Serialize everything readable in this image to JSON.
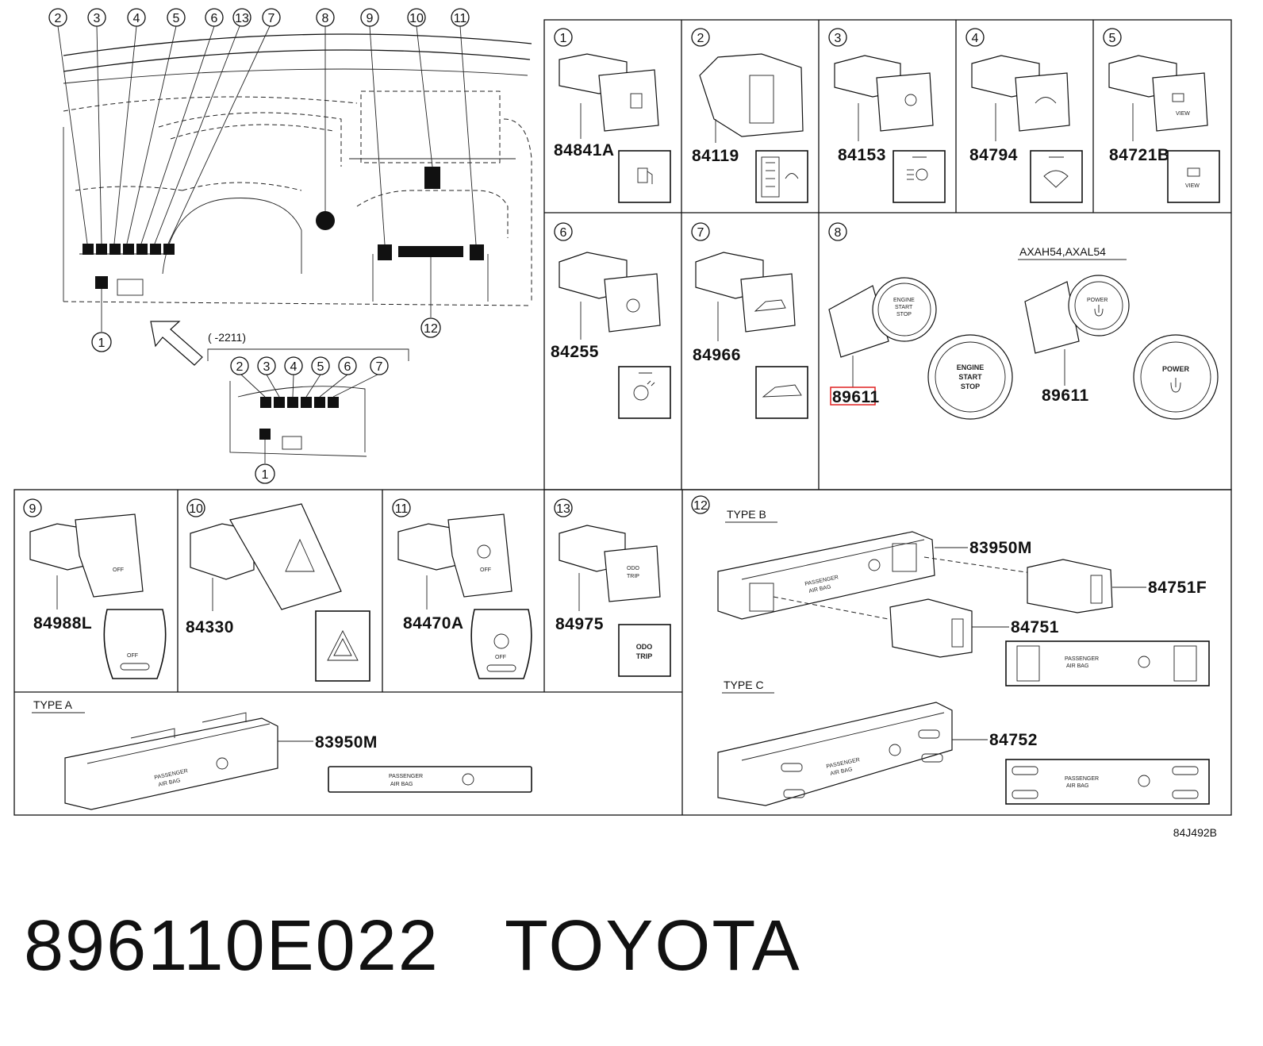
{
  "callouts": {
    "overview_top": [
      "2",
      "3",
      "4",
      "5",
      "6",
      "13",
      "7",
      "8",
      "9",
      "10",
      "11"
    ],
    "overview_bottom": [
      "1",
      "12"
    ],
    "inset_top": [
      "2",
      "3",
      "4",
      "5",
      "6",
      "7"
    ],
    "inset_bottom": "1",
    "inset_range": "(    -2211)"
  },
  "panels": {
    "p1": {
      "num": "1",
      "part": "84841A"
    },
    "p2": {
      "num": "2",
      "part": "84119"
    },
    "p3": {
      "num": "3",
      "part": "84153"
    },
    "p4": {
      "num": "4",
      "part": "84794"
    },
    "p5": {
      "num": "5",
      "part": "84721B",
      "button_text": "VIEW"
    },
    "p6": {
      "num": "6",
      "part": "84255"
    },
    "p7": {
      "num": "7",
      "part": "84966"
    },
    "p8": {
      "num": "8",
      "part_a": "89611",
      "part_b": "89611",
      "model_label": "AXAH54,AXAL54",
      "engine_l1": "ENGINE",
      "engine_l2": "START",
      "engine_l3": "STOP",
      "power_l1": "POWER"
    },
    "p9": {
      "num": "9",
      "part": "84988L",
      "button_text": "OFF"
    },
    "p10": {
      "num": "10",
      "part": "84330"
    },
    "p11": {
      "num": "11",
      "part": "84470A",
      "button_text": "OFF"
    },
    "p13": {
      "num": "13",
      "part": "84975",
      "button_l1": "ODO",
      "button_l2": "TRIP"
    },
    "p12": {
      "num": "12",
      "type_b": "TYPE B",
      "type_c": "TYPE C",
      "part_b_main": "83950M",
      "part_b_right": "84751F",
      "part_b_mid": "84751",
      "part_c": "84752",
      "airbag_l1": "PASSENGER",
      "airbag_l2": "AIR BAG"
    },
    "typeA": {
      "label": "TYPE A",
      "part": "83950M",
      "airbag_l1": "PASSENGER",
      "airbag_l2": "AIR BAG"
    }
  },
  "figure_code": "84J492B",
  "caption": {
    "part_number": "896110E022",
    "brand": "TOYOTA"
  }
}
